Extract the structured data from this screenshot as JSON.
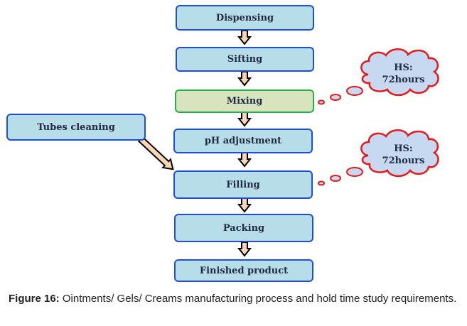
{
  "diagram": {
    "steps": [
      {
        "label": "Dispensing"
      },
      {
        "label": "Sifting"
      },
      {
        "label": "Mixing"
      },
      {
        "label": "pH adjustment"
      },
      {
        "label": "Filling"
      },
      {
        "label": "Packing"
      },
      {
        "label": "Finished product"
      }
    ],
    "side_input": {
      "label": "Tubes cleaning",
      "feeds_into": "Filling"
    },
    "hold_time_clouds": [
      {
        "line1": "HS:",
        "line2": "72hours",
        "attached_to": "Mixing"
      },
      {
        "line1": "HS:",
        "line2": "72hours",
        "attached_to": "Filling"
      }
    ],
    "colors": {
      "box_fill": "#b7dde8",
      "box_border": "#1f4fd8",
      "highlight_fill": "#d7e4bd",
      "highlight_border": "#22b14c",
      "cloud_fill": "#c6d9f1",
      "cloud_border": "#e41a1c",
      "arrow_fill": "#fcd5b4"
    }
  },
  "caption": {
    "label": "Figure 16:",
    "text": " Ointments/ Gels/ Creams manufacturing process and hold time study requirements."
  }
}
